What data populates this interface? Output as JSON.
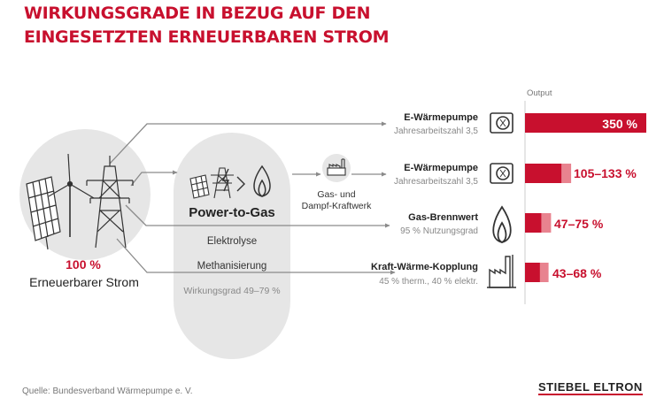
{
  "title": {
    "line1": "WIRKUNGSGRADE IN BEZUG AUF DEN",
    "line2": "EINGESETZTEN ERNEUERBAREN STROM"
  },
  "source": {
    "label": "Quelle: Bundesverband Wärmepumpe e. V."
  },
  "brand": {
    "logo_text": "STIEBEL ELTRON"
  },
  "input": {
    "value": "100 %",
    "label": "Erneuerbarer Strom"
  },
  "ptg": {
    "title": "Power-to-Gas",
    "step1": "Elektrolyse",
    "step2": "Methanisierung",
    "efficiency": "Wirkungsgrad 49–79 %"
  },
  "plant": {
    "line1": "Gas- und",
    "line2": "Dampf-Kraftwerk"
  },
  "output_label": "Output",
  "outputs": [
    {
      "name": "E-Wärmepumpe",
      "sub": "Jahresarbeitszahl 3,5",
      "value": "350 %",
      "low": 350,
      "high": 350
    },
    {
      "name": "E-Wärmepumpe",
      "sub": "Jahresarbeitszahl 3,5",
      "value": "105–133 %",
      "low": 105,
      "high": 133
    },
    {
      "name": "Gas-Brennwert",
      "sub": "95 % Nutzungsgrad",
      "value": "47–75 %",
      "low": 47,
      "high": 75
    },
    {
      "name": "Kraft-Wärme-Kopplung",
      "sub": "45 % therm., 40 % elektr.",
      "value": "43–68 %",
      "low": 43,
      "high": 68
    }
  ],
  "colors": {
    "accent": "#c8102e",
    "accent_light": "#e8838f",
    "node_fill": "#e6e6e6",
    "line": "#8a8a8a"
  }
}
